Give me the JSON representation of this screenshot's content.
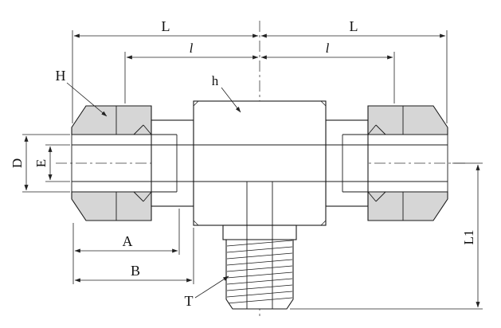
{
  "drawing": {
    "labels": {
      "L_left": "L",
      "L_right": "L",
      "l_left": "l",
      "l_right": "l",
      "H": "H",
      "h": "h",
      "D": "D",
      "E": "E",
      "A": "A",
      "B": "B",
      "T": "T",
      "L1": "L1"
    },
    "colors": {
      "outline": "#1a1a1a",
      "shading": "#d6d6d6",
      "dimension": "#222222",
      "background": "#ffffff"
    }
  }
}
